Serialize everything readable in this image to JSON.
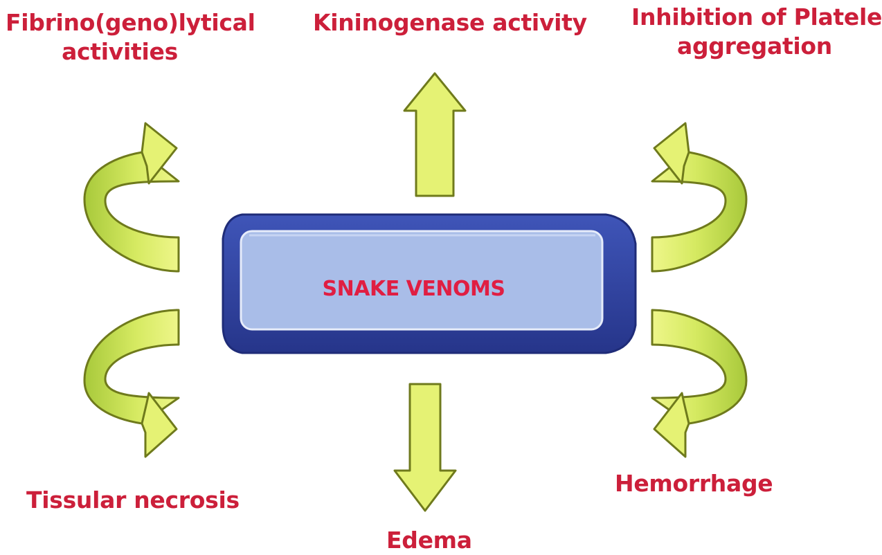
{
  "center": {
    "label": "SNAKE VENOMS"
  },
  "effects": {
    "top_left": [
      "Fibrino(geno)lytical",
      "activities"
    ],
    "top": "Kininogenase activity",
    "top_right": [
      "Inhibition of Platelet",
      "aggregation"
    ],
    "bottom_left": "Tissular necrosis",
    "bottom": "Edema",
    "bottom_right": "Hemorrhage"
  },
  "colors": {
    "label_text": "#cc1f3a",
    "center_text": "#e01e42",
    "box_dark": "#2e3f9e",
    "box_light": "#a9bde8",
    "arrow_fill": "#e5f274",
    "arrow_stroke": "#6f7a1c"
  }
}
